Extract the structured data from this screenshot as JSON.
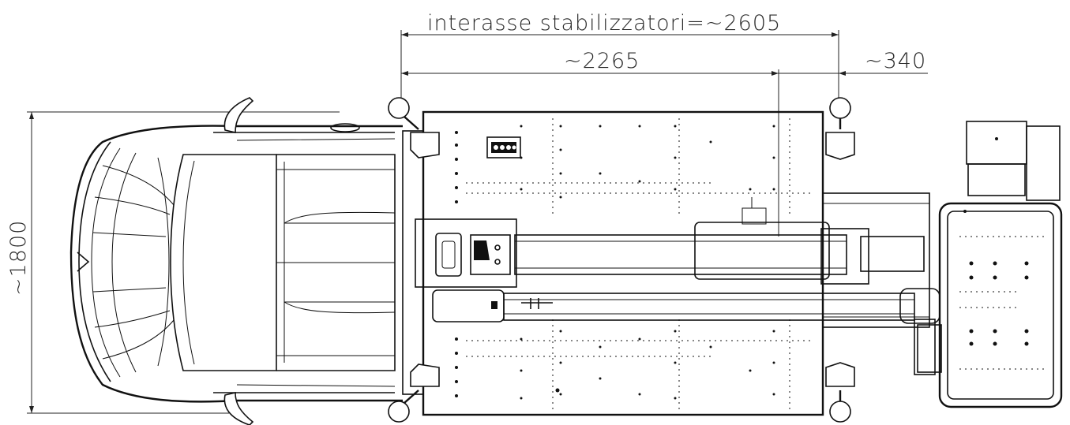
{
  "dimensions": {
    "stabilizer_wheelbase": "interasse stabilizzatori=~2605",
    "wheelbase": "~2265",
    "rear_overhang": "~340",
    "width": "~1800"
  }
}
